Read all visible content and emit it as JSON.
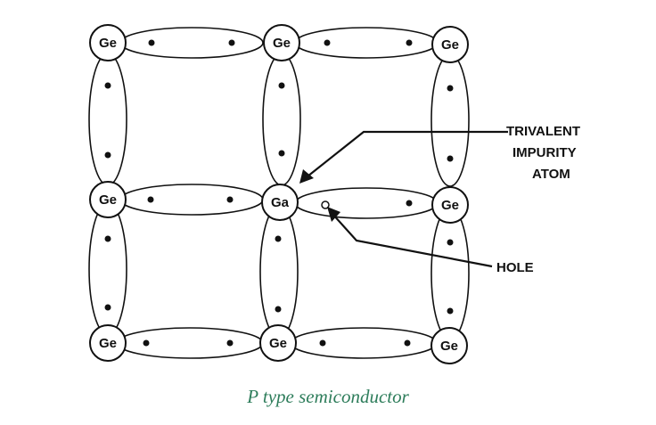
{
  "atoms": [
    {
      "id": "r0c0",
      "label": "Ge"
    },
    {
      "id": "r0c1",
      "label": "Ge"
    },
    {
      "id": "r0c2",
      "label": "Ge"
    },
    {
      "id": "r1c0",
      "label": "Ge"
    },
    {
      "id": "r1c1",
      "label": "Ga"
    },
    {
      "id": "r1c2",
      "label": "Ge"
    },
    {
      "id": "r2c0",
      "label": "Ge"
    },
    {
      "id": "r2c1",
      "label": "Ge"
    },
    {
      "id": "r2c2",
      "label": "Ge"
    }
  ],
  "callouts": {
    "impurity": [
      "TRIVALENT",
      "IMPURITY",
      "ATOM"
    ],
    "hole": "HOLE"
  },
  "caption": "P type semiconductor",
  "colors": {
    "ink": "#111111",
    "caption": "#2e7d5b"
  }
}
